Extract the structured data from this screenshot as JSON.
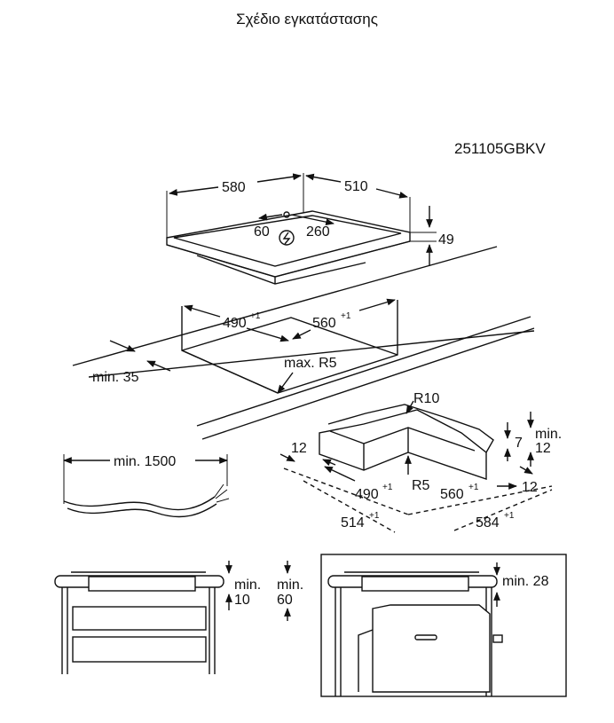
{
  "title": "Σχέδιο εγκατάστασης",
  "model_code": "251105GBKV",
  "hob": {
    "width": "580",
    "depth": "510",
    "height": "49",
    "terminal_x": "60",
    "terminal_y": "260"
  },
  "cutout": {
    "width": "490",
    "width_tol": "+1",
    "depth": "560",
    "depth_tol": "+1",
    "min_front": "min. 35",
    "max_radius": "max. R5"
  },
  "cable": {
    "length": "min. 1500"
  },
  "frame": {
    "outer_radius": "R10",
    "inner_radius": "R5",
    "inner_width": "490",
    "inner_width_tol": "+1",
    "inner_depth": "560",
    "inner_depth_tol": "+1",
    "outer_width": "514",
    "outer_width_tol": "+1",
    "outer_depth": "584",
    "outer_depth_tol": "+1",
    "border_left": "12",
    "border_right": "12",
    "step_min": "min.",
    "step_min_val": "12",
    "step_height": "7"
  },
  "drawer_section": {
    "gap_min_label": "min.",
    "gap_min_value": "10",
    "gap2_min_label": "min.",
    "gap2_min_value": "60"
  },
  "oven_section": {
    "gap_label": "min. 28"
  }
}
